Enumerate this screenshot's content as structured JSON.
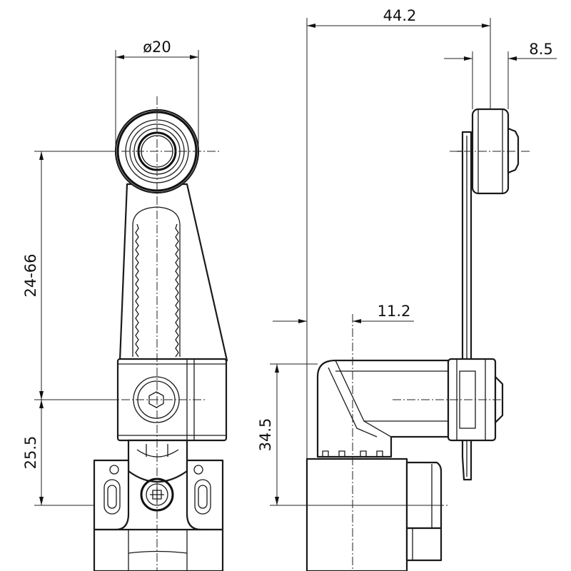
{
  "drawing": {
    "dimensions": {
      "roller_diameter": "ø20",
      "arm_length": "24-66",
      "base_height_front": "25.5",
      "overall_depth": "44.2",
      "roller_width": "8.5",
      "pivot_offset": "11.2",
      "base_height_side": "34.5"
    },
    "line_color": "#1a1a1a",
    "background": "#ffffff"
  }
}
